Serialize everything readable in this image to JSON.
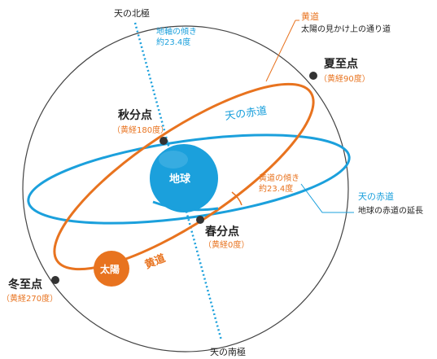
{
  "labels": {
    "north_pole": "天の北極",
    "south_pole": "天の南極",
    "axis_tilt": [
      "地軸の傾き",
      "約23.4度"
    ],
    "ecliptic_title": "黄道",
    "ecliptic_desc": "太陽の見かけ上の通り道",
    "summer_solstice": "夏至点",
    "summer_solstice_sub": "（黄経90度）",
    "autumn_equinox": "秋分点",
    "autumn_equinox_sub": "（黄経180度）",
    "celestial_equator_on_diagram": "天の赤道",
    "earth": "地球",
    "ecliptic_tilt": [
      "黄道の傾き",
      "約23.4度"
    ],
    "celestial_equator_title": "天の赤道",
    "celestial_equator_desc": "地球の赤道の延長",
    "vernal_equinox": "春分点",
    "vernal_equinox_sub": "（黄経0度）",
    "sun": "太陽",
    "ecliptic_on_diagram": "黄道",
    "winter_solstice": "冬至点",
    "winter_solstice_sub": "（黄経270度）"
  },
  "colors": {
    "ecliptic": "#e8731f",
    "equator": "#1ba0dc",
    "earth": "#1ba0dc",
    "sphere": "#444444",
    "text": "#222222",
    "axis": "#1ba0dc"
  }
}
